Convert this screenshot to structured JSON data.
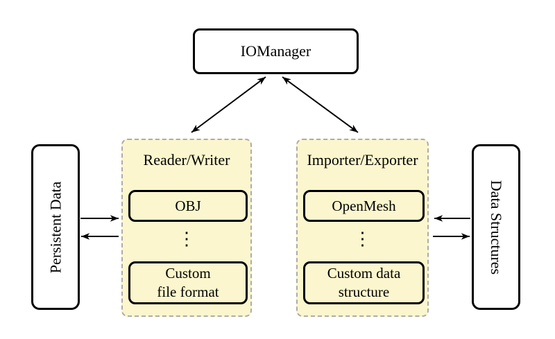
{
  "figure": {
    "nodes": {
      "iomanager": "IOManager",
      "persistent_data": "Persistent Data",
      "data_structures": "Data Structures"
    },
    "groups": [
      {
        "title": "Reader/Writer",
        "items": [
          "OBJ",
          "⋮",
          "Custom\nfile format"
        ]
      },
      {
        "title": "Importer/Exporter",
        "items": [
          "OpenMesh",
          "⋮",
          "Custom data\nstructure"
        ]
      }
    ],
    "colors": {
      "group_fill": "#FBF6CD",
      "group_border": "#ABABAB",
      "node_fill": "#FFFFFF",
      "stroke": "#000000"
    }
  }
}
